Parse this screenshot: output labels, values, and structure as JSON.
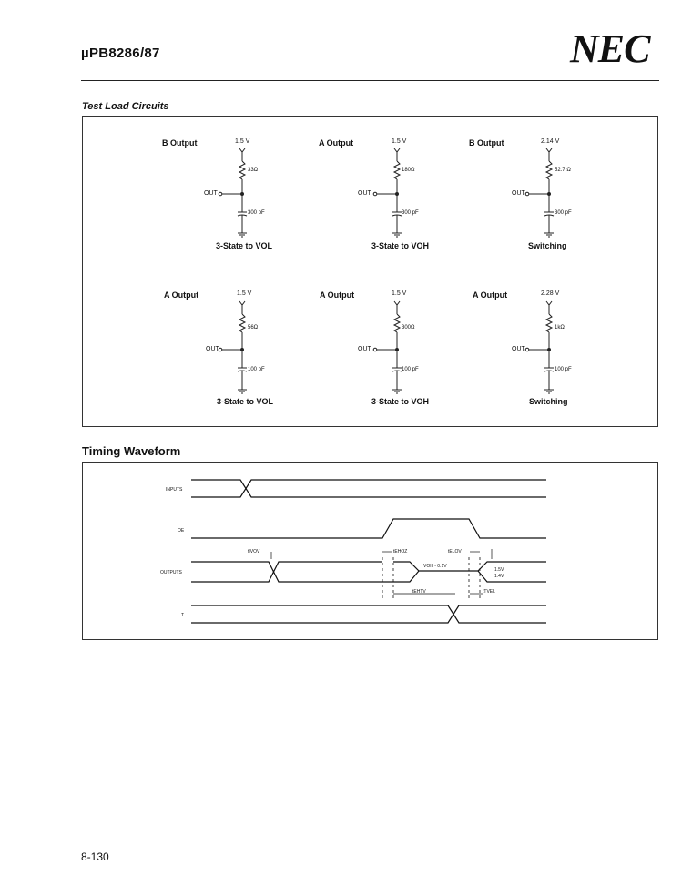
{
  "header": {
    "title": "µPB8286/87",
    "logo": "NEC"
  },
  "test_load": {
    "title": "Test Load Circuits",
    "circuits": [
      {
        "output": "B Output",
        "supply": "1.5 V",
        "resistor": "33Ω",
        "out": "OUT",
        "cap": "300 pF",
        "caption": "3-State to VOL"
      },
      {
        "output": "A Output",
        "supply": "1.5 V",
        "resistor": "180Ω",
        "out": "OUT",
        "cap": "300 pF",
        "caption": "3-State to VOH"
      },
      {
        "output": "B Output",
        "supply": "2.14 V",
        "resistor": "52.7 Ω",
        "out": "OUT",
        "cap": "300 pF",
        "caption": "Switching"
      },
      {
        "output": "A Output",
        "supply": "1.5 V",
        "resistor": "56Ω",
        "out": "OUT",
        "cap": "100 pF",
        "caption": "3-State to VOL"
      },
      {
        "output": "A Output",
        "supply": "1.5 V",
        "resistor": "300Ω",
        "out": "OUT",
        "cap": "100 pF",
        "caption": "3-State to VOH"
      },
      {
        "output": "A Output",
        "supply": "2.28 V",
        "resistor": "1kΩ",
        "out": "OUT",
        "cap": "100 pF",
        "caption": "Switching"
      }
    ]
  },
  "timing": {
    "title": "Timing Waveform",
    "signals": [
      "INPUTS",
      "OE",
      "OUTPUTS",
      "T"
    ],
    "labels": {
      "tivov": "tIVOV",
      "tehoz": "tEHOZ",
      "telov": "tELOV",
      "voh": "VOH - 0.1V",
      "level1": "1.5V",
      "level2": "1.4V",
      "tehtv": "tEHTV",
      "ttvel": "tTVEL"
    }
  },
  "footer": {
    "page": "8-130"
  }
}
